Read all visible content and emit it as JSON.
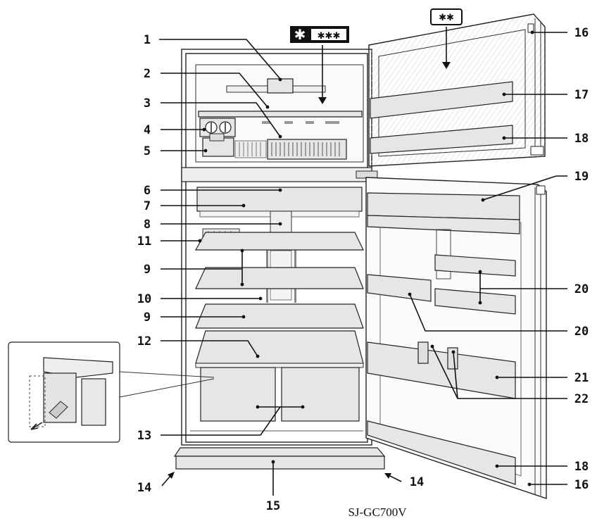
{
  "caption": "SJ-GC700V",
  "freezer_rating": {
    "symbol": "✱",
    "stars": "✱✱✱"
  },
  "door_rating": "✱✱",
  "callouts": [
    {
      "id": "c1",
      "label": "1"
    },
    {
      "id": "c2",
      "label": "2"
    },
    {
      "id": "c3",
      "label": "3"
    },
    {
      "id": "c4",
      "label": "4"
    },
    {
      "id": "c5",
      "label": "5"
    },
    {
      "id": "c6",
      "label": "6"
    },
    {
      "id": "c7",
      "label": "7"
    },
    {
      "id": "c8",
      "label": "8"
    },
    {
      "id": "c11",
      "label": "11"
    },
    {
      "id": "c9a",
      "label": "9"
    },
    {
      "id": "c10",
      "label": "10"
    },
    {
      "id": "c9b",
      "label": "9"
    },
    {
      "id": "c12",
      "label": "12"
    },
    {
      "id": "c13",
      "label": "13"
    },
    {
      "id": "c14a",
      "label": "14"
    },
    {
      "id": "c15",
      "label": "15"
    },
    {
      "id": "c14b",
      "label": "14"
    },
    {
      "id": "c16a",
      "label": "16"
    },
    {
      "id": "c17",
      "label": "17"
    },
    {
      "id": "c18a",
      "label": "18"
    },
    {
      "id": "c19",
      "label": "19"
    },
    {
      "id": "c20a",
      "label": "20"
    },
    {
      "id": "c20b",
      "label": "20"
    },
    {
      "id": "c21",
      "label": "21"
    },
    {
      "id": "c22",
      "label": "22"
    },
    {
      "id": "c18b",
      "label": "18"
    },
    {
      "id": "c16b",
      "label": "16"
    }
  ]
}
